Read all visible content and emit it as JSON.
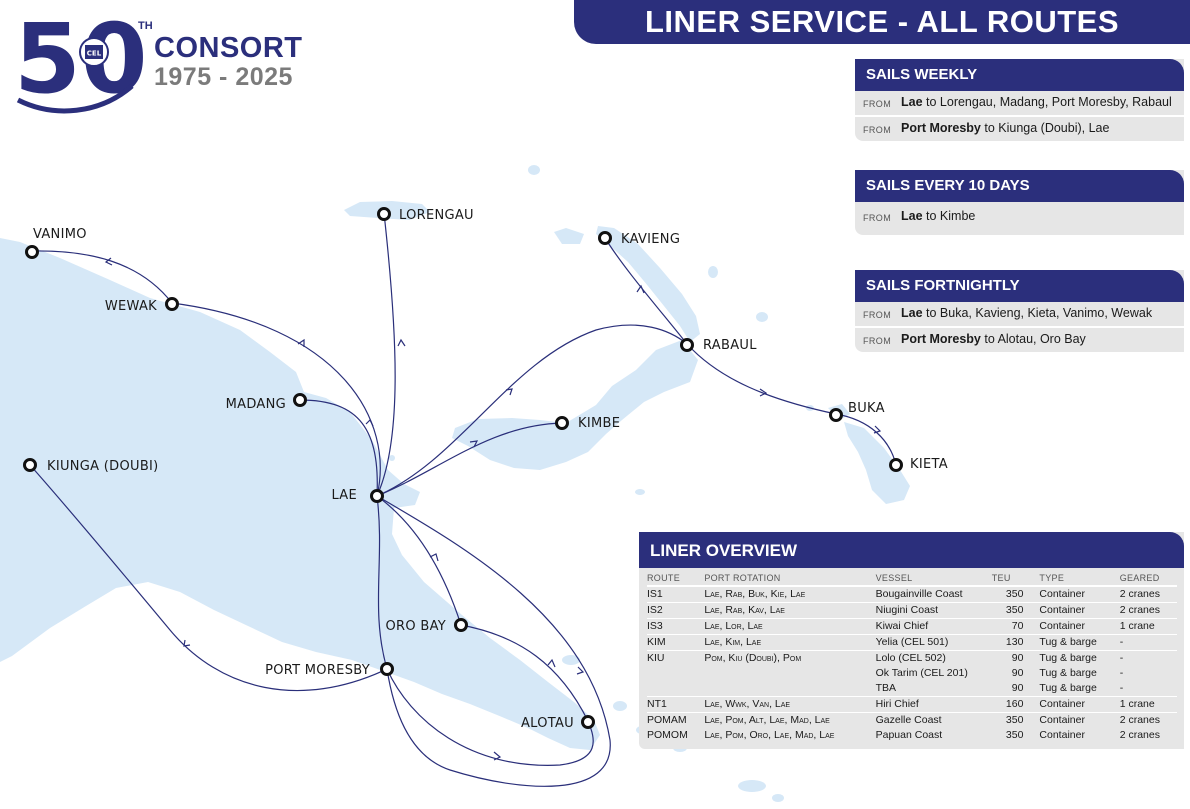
{
  "logo": {
    "anniversary": "50",
    "superscript": "TH",
    "badge": "CEL",
    "company": "CONSORT",
    "years": "1975 - 2025"
  },
  "title": "LINER SERVICE - ALL ROUTES",
  "colors": {
    "navy": "#2b2f7c",
    "sea_land": "#d6e8f7",
    "panel": "#e6e6e6",
    "route_line": "#2a2f7a"
  },
  "ports": [
    {
      "id": "lorengau",
      "label": "LORENGAU"
    },
    {
      "id": "vanimo",
      "label": "VANIMO"
    },
    {
      "id": "kavieng",
      "label": "KAVIENG"
    },
    {
      "id": "wewak",
      "label": "WEWAK"
    },
    {
      "id": "rabaul",
      "label": "RABAUL"
    },
    {
      "id": "madang",
      "label": "MADANG"
    },
    {
      "id": "buka",
      "label": "BUKA"
    },
    {
      "id": "kimbe",
      "label": "KIMBE"
    },
    {
      "id": "kieta",
      "label": "KIETA"
    },
    {
      "id": "kiunga",
      "label": "KIUNGA (DOUBI)"
    },
    {
      "id": "lae",
      "label": "LAE"
    },
    {
      "id": "oro_bay",
      "label": "ORO BAY"
    },
    {
      "id": "port_moresby",
      "label": "PORT MORESBY"
    },
    {
      "id": "alotau",
      "label": "ALOTAU"
    }
  ],
  "schedules": [
    {
      "heading": "SAILS WEEKLY",
      "rows": [
        {
          "from_label": "FROM",
          "origin": "Lae",
          "rest": " to Lorengau, Madang, Port Moresby, Rabaul"
        },
        {
          "from_label": "FROM",
          "origin": "Port Moresby",
          "rest": " to Kiunga (Doubi), Lae"
        }
      ]
    },
    {
      "heading": "SAILS EVERY 10 DAYS",
      "rows": [
        {
          "from_label": "FROM",
          "origin": "Lae",
          "rest": " to Kimbe"
        }
      ]
    },
    {
      "heading": "SAILS FORTNIGHTLY",
      "rows": [
        {
          "from_label": "FROM",
          "origin": "Lae",
          "rest": " to Buka, Kavieng, Kieta, Vanimo, Wewak"
        },
        {
          "from_label": "FROM",
          "origin": "Port Moresby",
          "rest": " to Alotau, Oro Bay"
        }
      ]
    }
  ],
  "overview": {
    "heading": "LINER OVERVIEW",
    "columns": [
      "ROUTE",
      "PORT ROTATION",
      "VESSEL",
      "TEU",
      "TYPE",
      "GEARED"
    ],
    "rows": [
      {
        "route": "IS1",
        "rotation": "Lae, Rab, Buk, Kie, Lae",
        "vessel": "Bougainville Coast",
        "teu": "350",
        "type": "Container",
        "geared": "2 cranes",
        "group_start": true
      },
      {
        "route": "IS2",
        "rotation": "Lae, Rab, Kav, Lae",
        "vessel": "Niugini Coast",
        "teu": "350",
        "type": "Container",
        "geared": "2 cranes",
        "group_start": true
      },
      {
        "route": "IS3",
        "rotation": "Lae, Lor, Lae",
        "vessel": "Kiwai Chief",
        "teu": "70",
        "type": "Container",
        "geared": "1 crane",
        "group_start": true
      },
      {
        "route": "KIM",
        "rotation": "Lae, Kim, Lae",
        "vessel": "Yelia (CEL 501)",
        "teu": "130",
        "type": "Tug & barge",
        "geared": "-",
        "group_start": true
      },
      {
        "route": "KIU",
        "rotation": "Pom, Kiu (Doubi), Pom",
        "vessel": "Lolo (CEL 502)",
        "teu": "90",
        "type": "Tug & barge",
        "geared": "-",
        "group_start": true
      },
      {
        "route": "",
        "rotation": "",
        "vessel": "Ok Tarim (CEL 201)",
        "teu": "90",
        "type": "Tug & barge",
        "geared": "-",
        "group_start": false
      },
      {
        "route": "",
        "rotation": "",
        "vessel": "TBA",
        "teu": "90",
        "type": "Tug & barge",
        "geared": "-",
        "group_start": false
      },
      {
        "route": "NT1",
        "rotation": "Lae, Wwk, Van, Lae",
        "vessel": "Hiri Chief",
        "teu": "160",
        "type": "Container",
        "geared": "1 crane",
        "group_start": true
      },
      {
        "route": "POMAM",
        "rotation": "Lae, Pom, Alt, Lae, Mad, Lae",
        "vessel": "Gazelle Coast",
        "teu": "350",
        "type": "Container",
        "geared": "2 cranes",
        "group_start": true
      },
      {
        "route": "POMOM",
        "rotation": "Lae, Pom, Oro, Lae, Mad, Lae",
        "vessel": "Papuan Coast",
        "teu": "350",
        "type": "Container",
        "geared": "2 cranes",
        "group_start": false
      }
    ]
  }
}
